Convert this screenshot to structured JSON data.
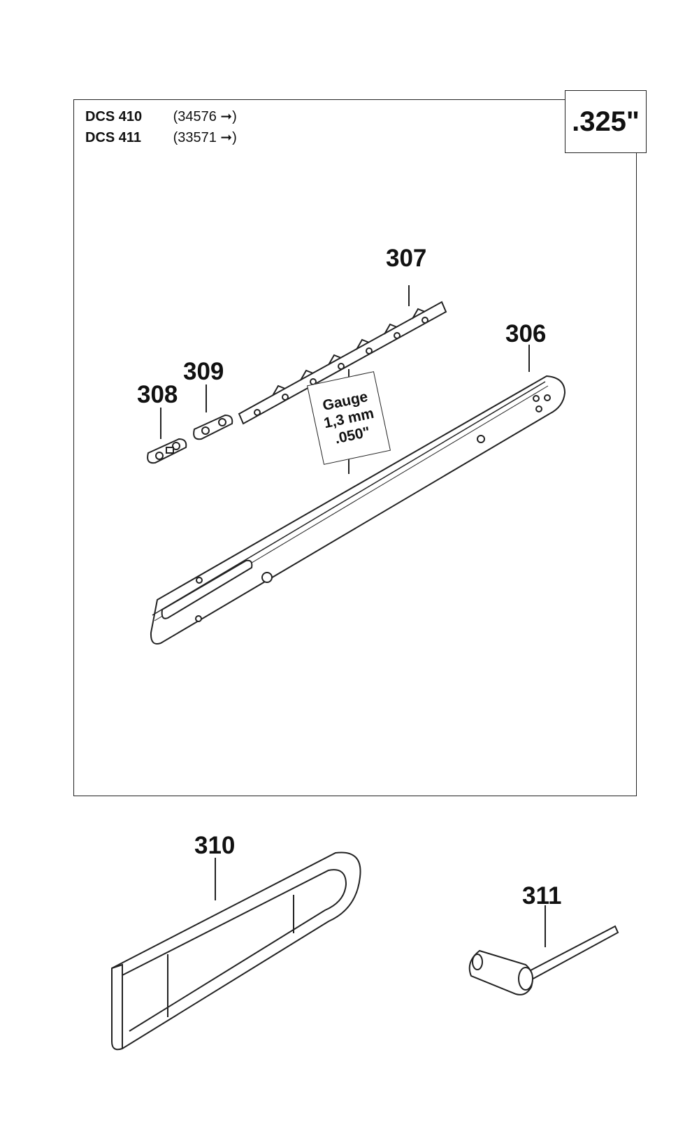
{
  "models": [
    {
      "code": "DCS 410",
      "serial": "(34576 ➞)"
    },
    {
      "code": "DCS 411",
      "serial": "(33571 ➞)"
    }
  ],
  "pitch_label": ".325\"",
  "gauge": {
    "line1": "Gauge",
    "line2": "1,3 mm",
    "line3": ".050\""
  },
  "callouts": {
    "chain": "307",
    "bar": "306",
    "connector_link": "308",
    "side_plate": "309",
    "scabbard": "310",
    "wrench": "311"
  }
}
